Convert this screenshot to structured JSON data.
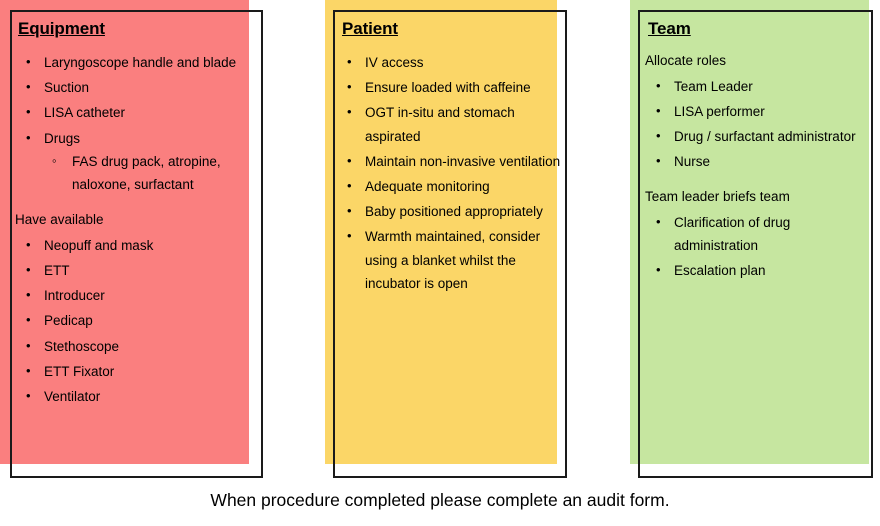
{
  "document": {
    "footer_note": "When procedure completed please complete an audit form."
  },
  "colors": {
    "equipment_fill": "#FA7F7F",
    "patient_fill": "#FBD667",
    "team_fill": "#C6E6A0",
    "frame_border": "#1A1A1A",
    "text": "#000000"
  },
  "panels": [
    {
      "id": "equipment",
      "title": "Equipment",
      "sections": [
        {
          "heading": "",
          "items": [
            {
              "text": "Laryngoscope handle and blade",
              "sub_items": []
            },
            {
              "text": "Suction",
              "sub_items": []
            },
            {
              "text": "LISA catheter",
              "sub_items": []
            },
            {
              "text": "Drugs",
              "sub_items": [
                "FAS drug pack, atropine, naloxone, surfactant"
              ]
            }
          ]
        },
        {
          "heading": "Have available",
          "items": [
            {
              "text": "Neopuff and mask",
              "sub_items": []
            },
            {
              "text": "ETT",
              "sub_items": []
            },
            {
              "text": "Introducer",
              "sub_items": []
            },
            {
              "text": "Pedicap",
              "sub_items": []
            },
            {
              "text": "Stethoscope",
              "sub_items": []
            },
            {
              "text": "ETT Fixator",
              "sub_items": []
            },
            {
              "text": "Ventilator",
              "sub_items": []
            }
          ]
        }
      ]
    },
    {
      "id": "patient",
      "title": "Patient",
      "sections": [
        {
          "heading": "",
          "items": [
            {
              "text": "IV access",
              "sub_items": []
            },
            {
              "text": "Ensure loaded with caffeine",
              "sub_items": []
            },
            {
              "text": "OGT in-situ and stomach aspirated",
              "sub_items": []
            },
            {
              "text": "Maintain non-invasive ventilation",
              "sub_items": []
            },
            {
              "text": "Adequate monitoring",
              "sub_items": []
            },
            {
              "text": "Baby positioned appropriately",
              "sub_items": []
            },
            {
              "text": "Warmth maintained, consider using a blanket whilst the incubator is open",
              "sub_items": []
            }
          ]
        }
      ]
    },
    {
      "id": "team",
      "title": "Team",
      "sections": [
        {
          "heading": "Allocate roles",
          "items": [
            {
              "text": "Team Leader",
              "sub_items": []
            },
            {
              "text": "LISA performer",
              "sub_items": []
            },
            {
              "text": "Drug / surfactant administrator",
              "sub_items": []
            },
            {
              "text": "Nurse",
              "sub_items": []
            }
          ]
        },
        {
          "heading": "Team leader briefs team",
          "items": [
            {
              "text": "Clarification of drug administration",
              "sub_items": []
            },
            {
              "text": "Escalation plan",
              "sub_items": []
            }
          ]
        }
      ]
    }
  ]
}
